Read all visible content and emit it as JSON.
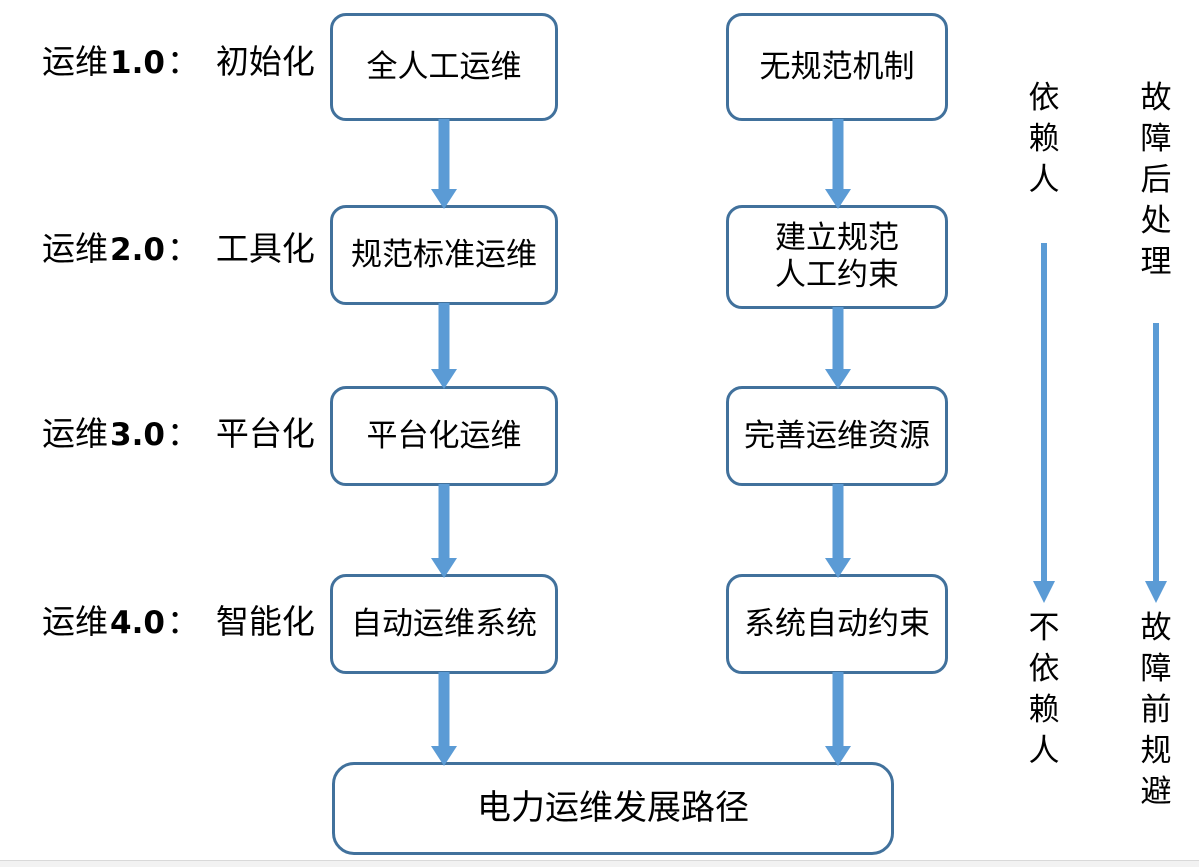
{
  "diagram": {
    "title": "电力运维发展路径",
    "colors": {
      "box_border": "#41719c",
      "arrow": "#5b9bd5",
      "text": "#000000",
      "background": "#ffffff"
    },
    "stage_labels": [
      {
        "prefix": "运维",
        "version": "1.0",
        "colon": "：",
        "name": "初始化"
      },
      {
        "prefix": "运维",
        "version": "2.0",
        "colon": "：",
        "name": "工具化"
      },
      {
        "prefix": "运维",
        "version": "3.0",
        "colon": "：",
        "name": "平台化"
      },
      {
        "prefix": "运维",
        "version": "4.0",
        "colon": "：",
        "name": "智能化"
      }
    ],
    "left_column": [
      {
        "label": "全人工运维"
      },
      {
        "label": "规范标准运维"
      },
      {
        "label": "平台化运维"
      },
      {
        "label": "自动运维系统"
      }
    ],
    "right_column": [
      {
        "label": "无规范机制"
      },
      {
        "label": "建立规范\n人工约束"
      },
      {
        "label": "完善运维资源"
      },
      {
        "label": "系统自动约束"
      }
    ],
    "summary_node": {
      "label": "电力运维发展路径"
    },
    "side_annotations": [
      {
        "top": "依\n赖\n人",
        "bottom": "不\n依\n赖\n人"
      },
      {
        "top": "故\n障\n后\n处\n理",
        "bottom": "故\n障\n前\n规\n避"
      }
    ]
  }
}
